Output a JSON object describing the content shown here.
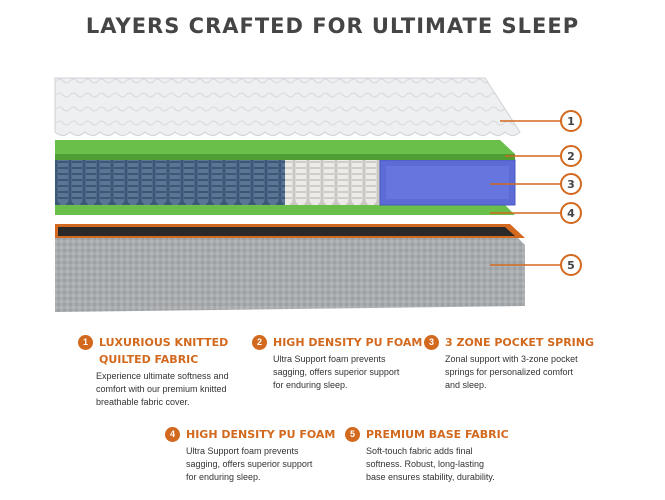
{
  "header": {
    "title": "LAYERS CRAFTED FOR ULTIMATE SLEEP"
  },
  "colors": {
    "accent": "#d2691e",
    "green_layer": "#6abf4b",
    "foam_blue": "#5c6bd6",
    "base_gray": "#a8abae",
    "text_dark": "#454545"
  },
  "markers": [
    "1",
    "2",
    "3",
    "4",
    "5"
  ],
  "features": [
    {
      "num": "1",
      "title": "LUXURIOUS KNITTED\nQUILTED FABRIC",
      "description": "Experience ultimate softness and\ncomfort with our premium knitted\nbreathable fabric cover."
    },
    {
      "num": "2",
      "title": "HIGH DENSITY PU FOAM",
      "description": "Ultra Support foam prevents\nsagging, offers superior support\nfor enduring sleep."
    },
    {
      "num": "3",
      "title": "3 ZONE POCKET SPRING",
      "description": "Zonal support with 3-zone pocket\nsprings for personalized comfort\nand sleep."
    },
    {
      "num": "4",
      "title": "HIGH DENSITY PU FOAM",
      "description": "Ultra Support foam prevents\nsagging, offers superior support\nfor enduring sleep."
    },
    {
      "num": "5",
      "title": "PREMIUM BASE FABRIC",
      "description": "Soft-touch fabric adds final\nsoftness. Robust, long-lasting\nbase ensures stability, durability."
    }
  ]
}
